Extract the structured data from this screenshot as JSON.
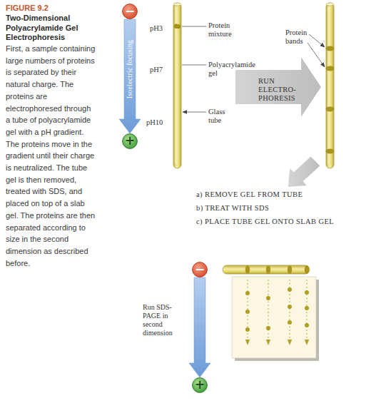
{
  "diagram": {
    "title": "Two-Dimensional Polyacrylamide Gel Electrophoresis",
    "caption": "First, a sample containing large numbers of proteins is separated by their natural charge. The proteins are electrophoresed through a tube of polyacrylamide gel with a pH gradient. The proteins move in the gradient until their charge is neutralized. The tube gel is then removed, treated with SDS, and placed on top of a slab gel. The proteins are then separated according to size in the second dimension as described before.",
    "nodes": [
      {
        "text": [
          "−"
        ]
      },
      {
        "text": [
          "RUN ELECTRO- PHORESIS"
        ]
      },
      {
        "text": [
          "+"
        ]
      },
      {
        "text": [
          "−"
        ]
      },
      {
        "text": [
          "+"
        ]
      }
    ],
    "edges": [
      {
        "from": 0,
        "to": 2,
        "arrow": "to",
        "label": "Isoelectric focusing"
      },
      {
        "from": 3,
        "to": 4,
        "arrow": "to",
        "label": "Run SDS-PAGE in second dimension"
      }
    ],
    "labels": [
      "FIGURE 9.2",
      "pH3",
      "Protein mixture",
      "Protein bands",
      "Polyacrylamide gel",
      "pH7",
      "Glass tube",
      "pH10",
      "a) REMOVE GEL FROM TUBE",
      "b) TREAT WITH SDS",
      "c) PLACE TUBE GEL ONTO SLAB GEL"
    ]
  }
}
